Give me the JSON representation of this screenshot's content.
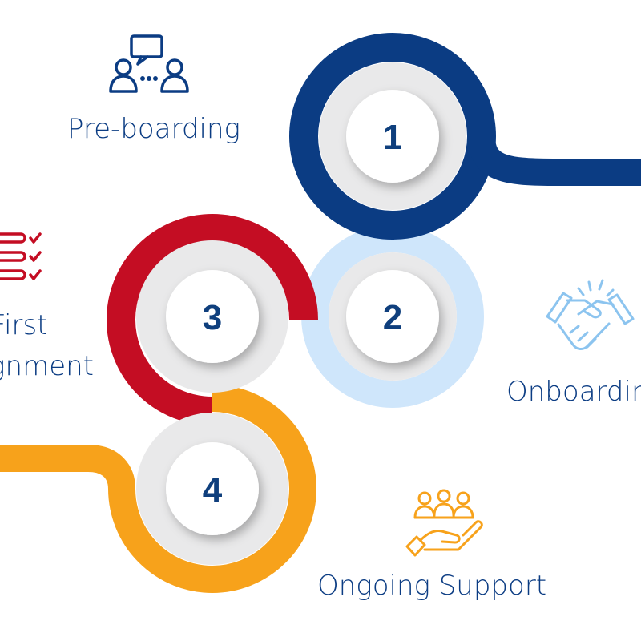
{
  "colors": {
    "step1": "#0b3c83",
    "step2": "#cfe6fb",
    "step3": "#c40d23",
    "step4": "#f7a21b",
    "number_text": "#0f3f7d",
    "disc_bg": "#e9e9ea"
  },
  "steps": [
    {
      "number": "1",
      "label": "Pre-boarding",
      "icon": "people-chat-icon"
    },
    {
      "number": "2",
      "label": "Onboarding",
      "icon": "handshake-icon"
    },
    {
      "number": "3",
      "label_line1": "First",
      "label_line2": "Assignment",
      "icon": "checklist-icon"
    },
    {
      "number": "4",
      "label": "Ongoing Support",
      "icon": "hand-people-icon"
    }
  ]
}
